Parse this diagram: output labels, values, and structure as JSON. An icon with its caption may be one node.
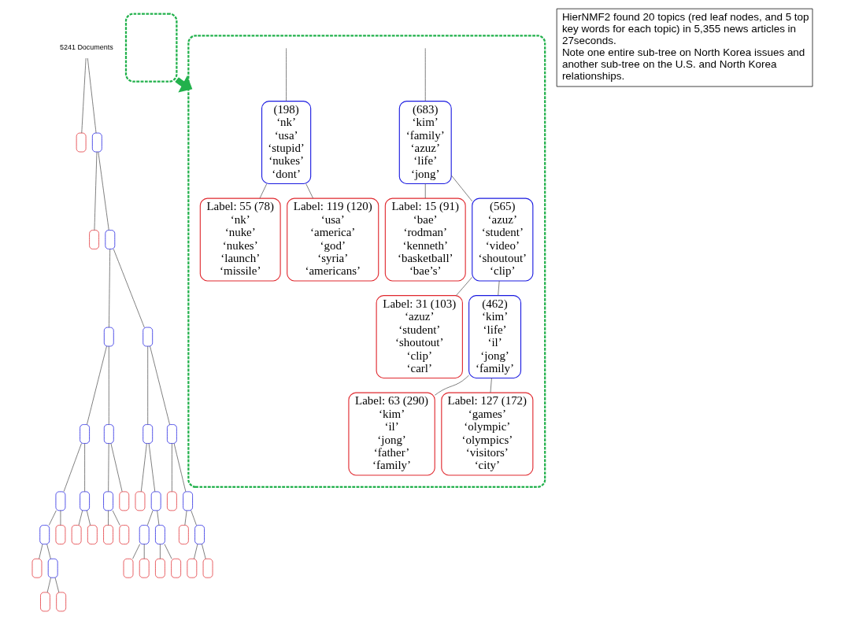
{
  "diagram": {
    "nodes": [
      {
        "text": [
          "5241 Documents"
        ]
      },
      {
        "text": [],
        "shape": "box"
      },
      {
        "text": [],
        "shape": "box"
      },
      {
        "text": [],
        "shape": "box"
      },
      {
        "text": [],
        "shape": "box"
      },
      {
        "text": [],
        "shape": "box"
      },
      {
        "text": [],
        "shape": "box"
      },
      {
        "text": [],
        "shape": "box"
      },
      {
        "text": [],
        "shape": "box"
      },
      {
        "text": [],
        "shape": "box"
      },
      {
        "text": [],
        "shape": "box"
      },
      {
        "text": [],
        "shape": "box"
      },
      {
        "text": [],
        "shape": "box"
      },
      {
        "text": [],
        "shape": "box"
      },
      {
        "text": [],
        "shape": "box"
      },
      {
        "text": [],
        "shape": "box"
      },
      {
        "text": [],
        "shape": "box"
      },
      {
        "text": [],
        "shape": "box"
      },
      {
        "text": [],
        "shape": "box"
      },
      {
        "text": [],
        "shape": "box"
      },
      {
        "text": [],
        "shape": "box"
      },
      {
        "text": [],
        "shape": "box"
      },
      {
        "text": [],
        "shape": "box"
      },
      {
        "text": [],
        "shape": "box"
      },
      {
        "text": [],
        "shape": "box"
      },
      {
        "text": [],
        "shape": "box"
      },
      {
        "text": [],
        "shape": "box"
      },
      {
        "text": [],
        "shape": "box"
      },
      {
        "text": [],
        "shape": "box"
      },
      {
        "text": [],
        "shape": "box"
      },
      {
        "text": [],
        "shape": "box"
      },
      {
        "text": [],
        "shape": "box"
      },
      {
        "text": [],
        "shape": "box"
      },
      {
        "text": [],
        "shape": "box"
      },
      {
        "text": [],
        "shape": "box"
      },
      {
        "text": [],
        "shape": "box"
      },
      {
        "text": [],
        "shape": "box"
      },
      {
        "text": [],
        "shape": "box"
      },
      {
        "text": [],
        "shape": "box"
      },
      {
        "text": [],
        "shape": "box"
      },
      {
        "text": [],
        "shape": "box"
      },
      {
        "text": [
          "(683) ‘kim’ ‘family’ ‘azuz’ ‘life’ ‘jong’"
        ],
        "in": 40
      },
      {
        "text": [
          "Label: 15 (91) ‘bae’ ‘rodman’ ‘kenneth’ ‘basketball’ ‘bae’s’"
        ],
        "in": 40
      },
      {
        "text": [
          "(565) ‘azuz’ ‘student’ ‘video’ ‘shoutout’ ‘clip’"
        ],
        "in": 40
      },
      {
        "text": [
          "(198) ‘nk’ ‘usa’ ‘stupid’ ‘nukes’ ‘dont’"
        ],
        "in": 40
      },
      {
        "text": [
          "Label: 31 (103) ‘azuz’ ‘student’ ‘shoutout’ ‘clip’ ‘carl’"
        ],
        "in": 40
      },
      {
        "text": [
          "(462) ‘kim’ ‘life’ ‘il’ ‘jong’ ‘family’"
        ],
        "in": 40
      },
      {
        "text": [
          "Label: 55 (78) ‘nk’ ‘nuke’ ‘nukes’ ‘launch’ ‘missile’"
        ],
        "in": 40
      },
      {
        "text": [
          "Label: 119 (120) ‘usa’ ‘america’ ‘god’ ‘syria’ ‘americans’"
        ],
        "in": 40
      },
      {
        "text": [
          "Label: 63 (290) ‘kim’ ‘il’ ‘jong’ ‘father’ ‘family’"
        ],
        "in": 40
      },
      {
        "text": [
          "Label: 127 (172) ‘games’ ‘olympic’ ‘olympics’ ‘visitors’ ‘city’"
        ],
        "in": 40
      },
      {
        "text": [
          "HierNMF2 found 20 topics (red leaf nodes, and 5 top key words for each topic) in 5,355 news articles in 27seconds.",
          "Note one entire sub-tree on North Korea issues and another sub-tree on the U.S. and North Korea relationships."
        ]
      }
    ],
    "edges": [
      {
        "from": 0,
        "to": 1,
        "arrow": "none"
      },
      {
        "from": 0,
        "to": 2,
        "arrow": "none"
      },
      {
        "from": 2,
        "to": 3,
        "arrow": "none"
      },
      {
        "from": 2,
        "to": 4,
        "arrow": "none"
      },
      {
        "from": 4,
        "to": 5,
        "arrow": "none"
      },
      {
        "from": 4,
        "to": 6,
        "arrow": "none"
      },
      {
        "from": 5,
        "to": 7,
        "arrow": "none"
      },
      {
        "from": 5,
        "to": 8,
        "arrow": "none"
      },
      {
        "from": 6,
        "to": 9,
        "arrow": "none"
      },
      {
        "from": 6,
        "to": 10,
        "arrow": "none"
      },
      {
        "from": 7,
        "to": 11,
        "arrow": "none"
      },
      {
        "from": 7,
        "to": 12,
        "arrow": "none"
      },
      {
        "from": 8,
        "to": 13,
        "arrow": "none"
      },
      {
        "from": 8,
        "to": 14,
        "arrow": "none"
      },
      {
        "from": 9,
        "to": 15,
        "arrow": "none"
      },
      {
        "from": 9,
        "to": 16,
        "arrow": "none"
      },
      {
        "from": 10,
        "to": 17,
        "arrow": "none"
      },
      {
        "from": 10,
        "to": 18,
        "arrow": "none"
      },
      {
        "from": 11,
        "to": 19,
        "arrow": "none"
      },
      {
        "from": 11,
        "to": 20,
        "arrow": "none"
      },
      {
        "from": 12,
        "to": 21,
        "arrow": "none"
      },
      {
        "from": 12,
        "to": 22,
        "arrow": "none"
      },
      {
        "from": 13,
        "to": 23,
        "arrow": "none"
      },
      {
        "from": 13,
        "to": 24,
        "arrow": "none"
      },
      {
        "from": 16,
        "to": 25,
        "arrow": "none"
      },
      {
        "from": 16,
        "to": 26,
        "arrow": "none"
      },
      {
        "from": 18,
        "to": 27,
        "arrow": "none"
      },
      {
        "from": 18,
        "to": 28,
        "arrow": "none"
      },
      {
        "from": 19,
        "to": 29,
        "arrow": "none"
      },
      {
        "from": 19,
        "to": 30,
        "arrow": "none"
      },
      {
        "from": 25,
        "to": 31,
        "arrow": "none"
      },
      {
        "from": 25,
        "to": 32,
        "arrow": "none"
      },
      {
        "from": 26,
        "to": 33,
        "arrow": "none"
      },
      {
        "from": 26,
        "to": 34,
        "arrow": "none"
      },
      {
        "from": 28,
        "to": 35,
        "arrow": "none"
      },
      {
        "from": 28,
        "to": 36,
        "arrow": "none"
      },
      {
        "from": 30,
        "to": 37,
        "arrow": "none"
      },
      {
        "from": 30,
        "to": 38,
        "arrow": "none"
      },
      {
        "from": null,
        "to": 41,
        "arrow": "none"
      },
      {
        "from": null,
        "to": 44,
        "arrow": "none"
      },
      {
        "from": 41,
        "to": 42,
        "arrow": "none"
      },
      {
        "from": 41,
        "to": 43,
        "arrow": "none"
      },
      {
        "from": 43,
        "to": 45,
        "arrow": "none"
      },
      {
        "from": 43,
        "to": 46,
        "arrow": "none"
      },
      {
        "from": 44,
        "to": 47,
        "arrow": "none"
      },
      {
        "from": 44,
        "to": 48,
        "arrow": "none"
      },
      {
        "from": 46,
        "to": 49,
        "arrow": "none"
      },
      {
        "from": 46,
        "to": 50,
        "arrow": "none"
      },
      {
        "from": 39,
        "to": 40,
        "arrow": "to",
        "style": "thick",
        "color": "#22b14c"
      }
    ]
  }
}
